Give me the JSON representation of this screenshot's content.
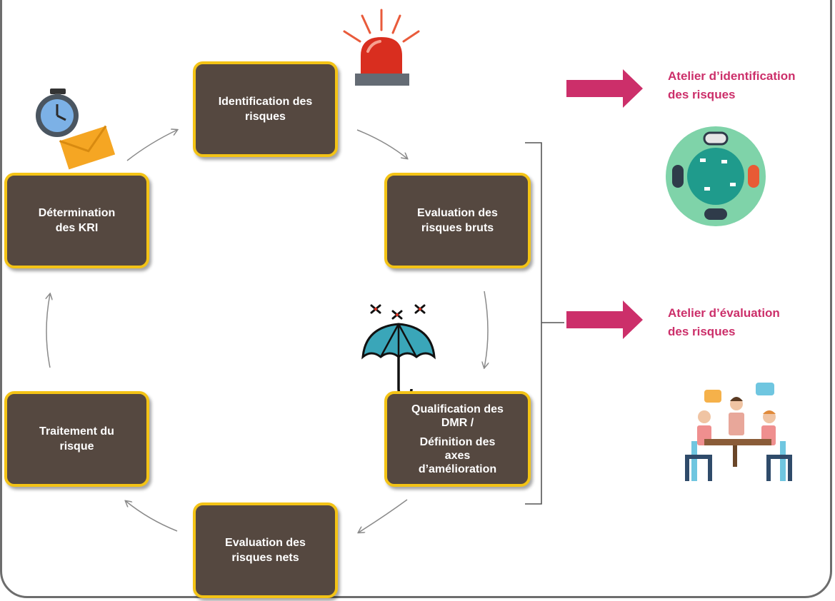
{
  "cycle_steps": {
    "identification": [
      "Identification des",
      "risques"
    ],
    "evaluation_bruts": [
      "Evaluation des",
      "risques bruts"
    ],
    "qualification": [
      "Qualification des",
      "DMR /",
      "Définition des",
      "axes",
      "d’amélioration"
    ],
    "evaluation_nets": [
      "Evaluation des",
      "risques nets"
    ],
    "traitement": [
      "Traitement du",
      "risque"
    ],
    "kri": [
      "Détermination",
      "des KRI"
    ]
  },
  "workshops": {
    "identification": [
      "Atelier d’identification",
      "des risques"
    ],
    "evaluation": [
      "Atelier d’évaluation",
      "des risques"
    ]
  },
  "colors": {
    "box_fill": "#554840",
    "box_border": "#f3c316",
    "workshop_text": "#cc2f6a",
    "arrow_fill": "#cc2f6a"
  },
  "icons": [
    "alarm-siren-icon",
    "stopwatch-icon",
    "envelope-icon",
    "umbrella-icon",
    "meeting-table-icon",
    "discussion-people-icon"
  ]
}
